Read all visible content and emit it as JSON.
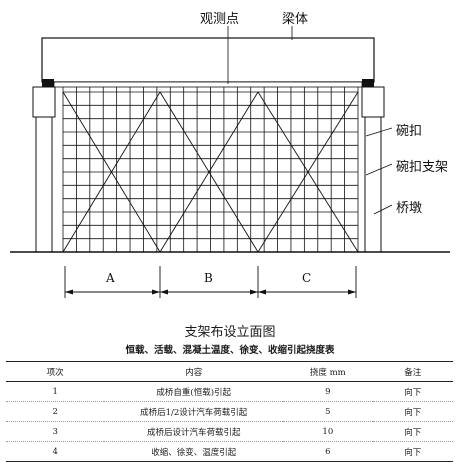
{
  "diagram": {
    "labels": {
      "observation_point": "观测点",
      "beam": "梁体",
      "bowl_buckle": "碗扣",
      "bowl_buckle_support": "碗扣支架",
      "pier": "桥墩",
      "zone_a": "A",
      "zone_b": "B",
      "zone_c": "C"
    }
  },
  "caption": {
    "title": "支架布设立面图",
    "subtitle": "恒载、活载、混凝土温度、徐变、收缩引起挠度表"
  },
  "table": {
    "headers": [
      "项次",
      "内容",
      "挠度 mm",
      "备注"
    ],
    "rows": [
      [
        "1",
        "成桥自重(恒载)引起",
        "9",
        "向下"
      ],
      [
        "2",
        "成桥后1/2设计汽车荷载引起",
        "5",
        "向下"
      ],
      [
        "3",
        "成桥后设计汽车荷载引起",
        "10",
        "向下"
      ],
      [
        "4",
        "收缩、徐变、温度引起",
        "6",
        "向下"
      ]
    ]
  }
}
